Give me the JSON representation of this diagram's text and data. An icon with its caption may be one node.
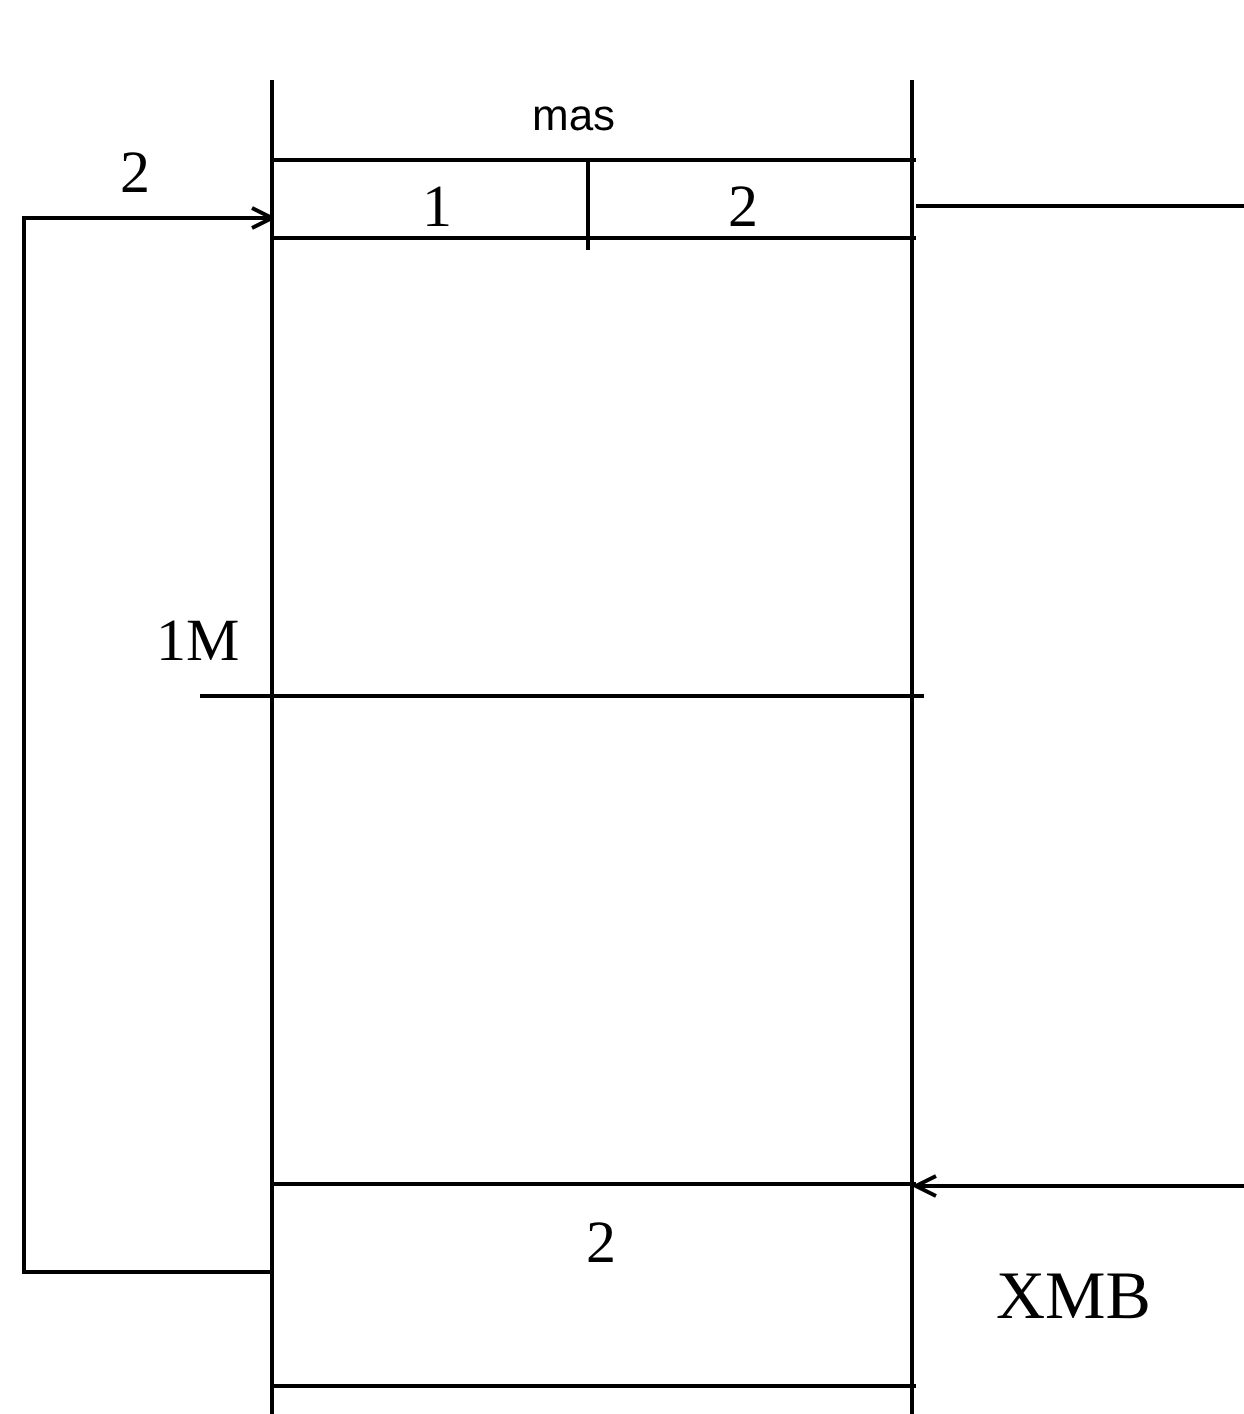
{
  "diagram": {
    "nodes": [
      {
        "text": [
          "mas",
          "1",
          "2"
        ]
      },
      {
        "text": [
          "2"
        ]
      }
    ],
    "edges": [
      {
        "from": 1,
        "to": 0,
        "arrow": "to",
        "label": "2"
      },
      {
        "from": 0,
        "to": null,
        "arrow": "none"
      },
      {
        "from": null,
        "to": 1,
        "arrow": "to"
      }
    ],
    "labels": [
      "1M",
      "XMB"
    ]
  }
}
